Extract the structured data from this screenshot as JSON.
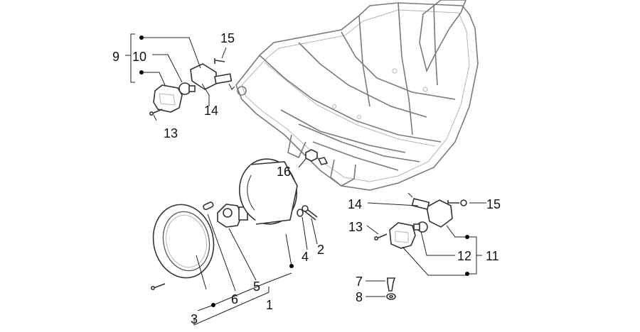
{
  "labels": {
    "l1": "1",
    "l2": "2",
    "l3": "3",
    "l4": "4",
    "l5": "5",
    "l6": "6",
    "l7": "7",
    "l8": "8",
    "l9": "9",
    "l10": "10",
    "l11": "11",
    "l12": "12",
    "l13a": "13",
    "l13b": "13",
    "l14a": "14",
    "l14b": "14",
    "l15a": "15",
    "l15b": "15",
    "l16": "16"
  }
}
